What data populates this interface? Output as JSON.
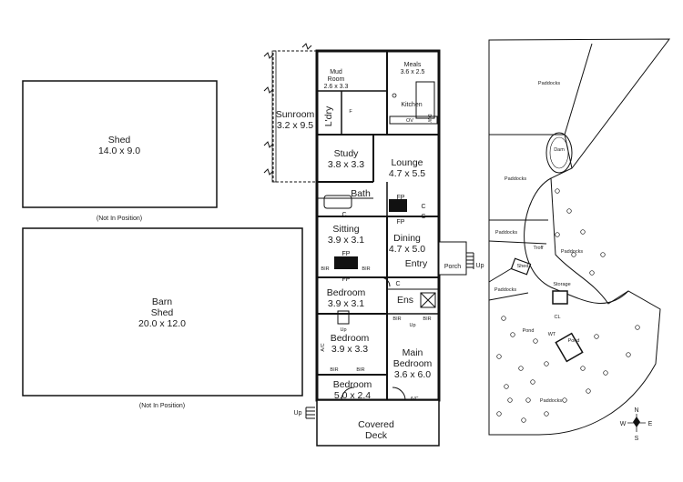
{
  "outbuildings": {
    "shed": {
      "name": "Shed",
      "dims": "14.0 x 9.0",
      "note": "(Not In Position)"
    },
    "barn": {
      "name_line1": "Barn",
      "name_line2": "Shed",
      "dims": "20.0 x 12.0",
      "note": "(Not In Position)"
    }
  },
  "rooms": {
    "mud_room": {
      "name_line1": "Mud",
      "name_line2": "Room",
      "dims": "2.6 x 3.3"
    },
    "meals": {
      "name": "Meals",
      "dims": "3.6 x 2.5"
    },
    "kitchen": {
      "name": "Kitchen"
    },
    "sunroom": {
      "name": "Sunroom",
      "dims": "3.2 x 9.5"
    },
    "laundry": {
      "name": "L'dry"
    },
    "study": {
      "name": "Study",
      "dims": "3.8 x 3.3"
    },
    "lounge": {
      "name": "Lounge",
      "dims": "4.7 x 5.5"
    },
    "bath": {
      "name": "Bath"
    },
    "sitting": {
      "name": "Sitting",
      "dims": "3.9 x 3.1"
    },
    "dining": {
      "name": "Dining",
      "dims": "4.7 x 5.0"
    },
    "entry": {
      "name": "Entry"
    },
    "porch": {
      "name": "Porch"
    },
    "bedroom1": {
      "name": "Bedroom",
      "dims": "3.9 x 3.1"
    },
    "ensuite": {
      "name": "Ens"
    },
    "bedroom2": {
      "name": "Bedroom",
      "dims": "3.9 x 3.3"
    },
    "main_bedroom": {
      "name_line1": "Main",
      "name_line2": "Bedroom",
      "dims": "3.6 x 6.0"
    },
    "bedroom3": {
      "name": "Bedroom",
      "dims": "5.0 x 2.4"
    },
    "covered_deck": {
      "name_line1": "Covered",
      "name_line2": "Deck"
    }
  },
  "fixtures": {
    "fp": "FP",
    "c": "C",
    "bir": "BIR",
    "up": "Up",
    "ac": "A/C",
    "ov": "OV",
    "dw": "DW",
    "f": "F"
  },
  "site_plan": {
    "paddocks": "Paddocks",
    "dam": "Dam",
    "shed": "Shed",
    "storage": "Storage",
    "pond": "Pond",
    "troff": "Troff",
    "wt": "WT",
    "cl": "CL",
    "compass": {
      "n": "N",
      "s": "S",
      "e": "E",
      "w": "W"
    }
  }
}
